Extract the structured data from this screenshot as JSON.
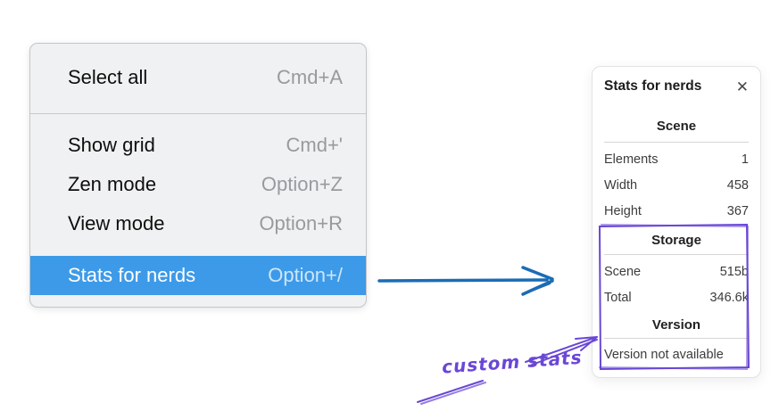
{
  "menu": {
    "items": [
      {
        "label": "Select all",
        "shortcut": "Cmd+A"
      },
      {
        "label": "Show grid",
        "shortcut": "Cmd+'"
      },
      {
        "label": "Zen mode",
        "shortcut": "Option+Z"
      },
      {
        "label": "View mode",
        "shortcut": "Option+R"
      },
      {
        "label": "Stats for nerds",
        "shortcut": "Option+/"
      }
    ],
    "selected_item": "Stats for nerds",
    "highlight_color": "#3d9ae8"
  },
  "stats_panel": {
    "title": "Stats for nerds",
    "close_icon": "✕",
    "scene_section": {
      "header": "Scene",
      "rows": [
        {
          "label": "Elements",
          "value": "1"
        },
        {
          "label": "Width",
          "value": "458"
        },
        {
          "label": "Height",
          "value": "367"
        }
      ]
    },
    "storage_section": {
      "header": "Storage",
      "rows": [
        {
          "label": "Scene",
          "value": "515b"
        },
        {
          "label": "Total",
          "value": "346.6k"
        }
      ]
    },
    "version_section": {
      "header": "Version",
      "note": "Version not available"
    }
  },
  "annotations": {
    "label": "custom stats",
    "purple_color": "#6947d6",
    "arrow_color": "#1b6cb5"
  }
}
